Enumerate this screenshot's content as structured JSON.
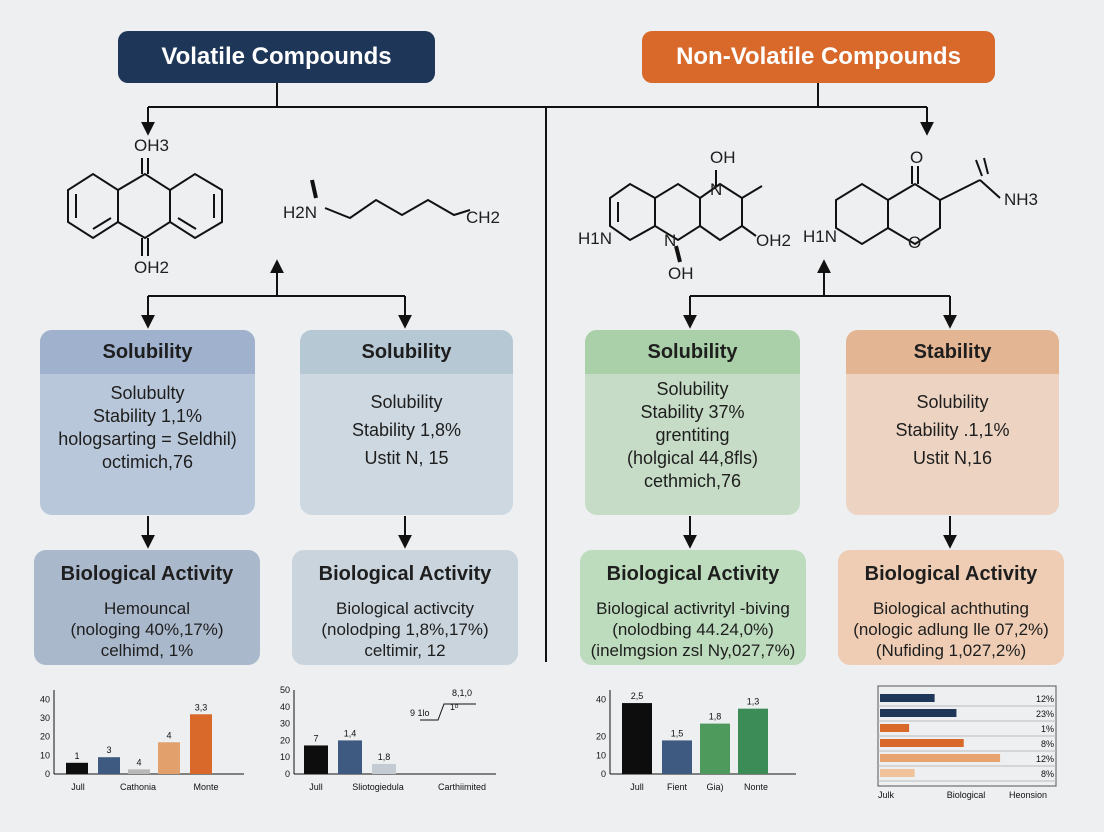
{
  "titles": {
    "volatile": "Volatile Compounds",
    "nonvolatile": "Non-Volatile Compounds"
  },
  "molecules": {
    "m1": {
      "top": "OH3",
      "bottom": "OH2"
    },
    "m2": {
      "left": "H2N",
      "right": "CH2"
    },
    "m3": {
      "oh_top": "OH",
      "n_top": "N",
      "n_bottom": "N",
      "oh_bottom": "OH",
      "left": "H1N",
      "right": "OH2"
    },
    "m4": {
      "o_top": "O",
      "left": "H1N",
      "o_ring": "O",
      "right": "NH3"
    }
  },
  "boxes": [
    {
      "heading": "Solubility",
      "lines": [
        "Solubulty",
        "Stability 1,1%",
        "hologsarting = Seldhil)",
        "octimich,76"
      ]
    },
    {
      "heading": "Solubility",
      "lines": [
        "Solubility",
        "Stability 1,8%",
        "",
        "Ustit N, 15"
      ]
    },
    {
      "heading": "Solubility",
      "lines": [
        "Solubility",
        "Stability 37%",
        "grentiting",
        "(holgical 44,8fls)",
        "cethmich,76"
      ]
    },
    {
      "heading": "Stability",
      "lines": [
        "Solubility",
        "Stability .1,1%",
        "",
        "Ustit N,16"
      ]
    }
  ],
  "bio_boxes": [
    {
      "heading": "Biological Activity",
      "lines": [
        "Hemouncal",
        "(nologing 40%,17%)",
        "celhimd, 1%"
      ]
    },
    {
      "heading": "Biological Activity",
      "lines": [
        "Biological activcity",
        "(nolodping 1,8%,17%)",
        "celtimir, 12"
      ]
    },
    {
      "heading": "Biological Activity",
      "lines": [
        "Biological activrityl -biving",
        "(nolodbing 44.24,0%)",
        "(inelmgsion zsl Ny,027,7%)"
      ]
    },
    {
      "heading": "Biological Activity",
      "lines": [
        "Biological achthuting",
        "(nologic adlung lle 07,2%)",
        "(Nufiding 1,027,2%)"
      ]
    }
  ],
  "chart_data": [
    {
      "type": "bar",
      "yticks": [
        "40",
        "30",
        "20",
        "10",
        "0"
      ],
      "ylim": [
        0,
        45
      ],
      "xlabels": [
        "Jull",
        "Cathonia",
        "Monte"
      ],
      "values": [
        6,
        9,
        2.5,
        17,
        32
      ],
      "labels": [
        "1",
        "3",
        "4",
        "4",
        "3,3"
      ],
      "colors": [
        "#0d0d0d",
        "#3e5a80",
        "#b8b8b8",
        "#e2a06c",
        "#d9692b"
      ]
    },
    {
      "type": "bar",
      "yticks": [
        "50",
        "40",
        "30",
        "20",
        "10",
        "0"
      ],
      "ylim": [
        0,
        50
      ],
      "xlabels": [
        "Jull",
        "Sliotogiedula",
        "Carthiimited"
      ],
      "values": [
        17,
        20,
        6
      ],
      "labels": [
        "7",
        "1,4",
        "1,8"
      ],
      "colors": [
        "#0d0d0d",
        "#3e5a80",
        "#c4cbd3"
      ],
      "annotations": [
        "9 1lo",
        "1ᵇ",
        "8,1,0"
      ]
    },
    {
      "type": "bar",
      "yticks": [
        "40",
        "20",
        "10",
        "0"
      ],
      "ylim": [
        0,
        45
      ],
      "xlabels": [
        "Jull",
        "Fient",
        "Gia)",
        "Nonte"
      ],
      "values": [
        38,
        18,
        27,
        35
      ],
      "labels": [
        "2,5",
        "1,5",
        "1,8",
        "1,3"
      ],
      "colors": [
        "#0d0d0d",
        "#3e5a80",
        "#4d9a5c",
        "#3b8c57"
      ]
    },
    {
      "type": "bar",
      "orientation": "horizontal",
      "values": [
        0.3,
        0.42,
        0.16,
        0.46,
        0.66,
        0.19
      ],
      "labels": [
        "12%",
        "23%",
        "1%",
        "8%",
        "12%",
        "8%"
      ],
      "colors": [
        "#1e3658",
        "#1e3658",
        "#d9692b",
        "#d9692b",
        "#e9a36e",
        "#f0c29a"
      ],
      "xlabels": [
        "Julk",
        "Biological",
        "Heonsion"
      ]
    }
  ]
}
